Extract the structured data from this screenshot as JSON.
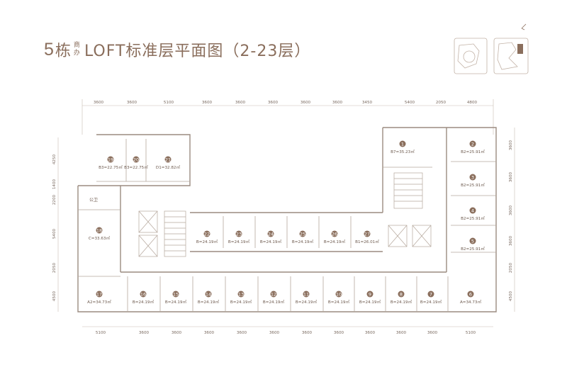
{
  "title": {
    "building_number": "5",
    "building_char": "栋",
    "sub_top": "商",
    "sub_bottom": "办",
    "main": "LOFT标准层平面图（2-23层）"
  },
  "colors": {
    "accent": "#8a6e5c",
    "wall": "#9b8b80",
    "line": "#c9bdb4"
  },
  "dims_top": [
    "3600",
    "3600",
    "5100",
    "3600",
    "3600",
    "3600",
    "3600",
    "3600",
    "3450",
    "5400",
    "2050",
    "4800"
  ],
  "dims_bottom": [
    "5100",
    "3600",
    "3600",
    "3600",
    "3600",
    "3600",
    "3600",
    "3600",
    "3600",
    "3600",
    "3600",
    "5100"
  ],
  "dims_left": [
    "4250",
    "1400",
    "2200",
    "5400",
    "2050",
    "4500"
  ],
  "dims_right": [
    "3600",
    "3600",
    "3600",
    "3600",
    "2050",
    "4500"
  ],
  "public_toilet": "公卫",
  "rooms": [
    {
      "no": "1",
      "area": "B7=35.23㎡"
    },
    {
      "no": "2",
      "area": "B2=25.91㎡"
    },
    {
      "no": "3",
      "area": "B2=25.91㎡"
    },
    {
      "no": "4",
      "area": "B2=25.91㎡"
    },
    {
      "no": "5",
      "area": "B2=25.91㎡"
    },
    {
      "no": "6",
      "area": "A=34.73㎡"
    },
    {
      "no": "7",
      "area": "B=24.19㎡"
    },
    {
      "no": "8",
      "area": "B=24.19㎡"
    },
    {
      "no": "9",
      "area": "B=24.19㎡"
    },
    {
      "no": "10",
      "area": "B=24.19㎡"
    },
    {
      "no": "11",
      "area": "B=24.19㎡"
    },
    {
      "no": "12",
      "area": "B=24.19㎡"
    },
    {
      "no": "13",
      "area": "B=24.19㎡"
    },
    {
      "no": "14",
      "area": "B=24.19㎡"
    },
    {
      "no": "15",
      "area": "B=24.19㎡"
    },
    {
      "no": "16",
      "area": "B=24.19㎡"
    },
    {
      "no": "17",
      "area": "A2=34.73㎡"
    },
    {
      "no": "18",
      "area": "C=33.63㎡"
    },
    {
      "no": "19",
      "area": "B3=22.75㎡"
    },
    {
      "no": "20",
      "area": "B3=22.75㎡"
    },
    {
      "no": "21",
      "area": "D1=32.82㎡"
    },
    {
      "no": "22",
      "area": "B=24.19㎡"
    },
    {
      "no": "23",
      "area": "B=24.19㎡"
    },
    {
      "no": "24",
      "area": "B=24.19㎡"
    },
    {
      "no": "25",
      "area": "B=24.19㎡"
    },
    {
      "no": "26",
      "area": "B=24.19㎡"
    },
    {
      "no": "27",
      "area": "B1=26.01㎡"
    }
  ]
}
